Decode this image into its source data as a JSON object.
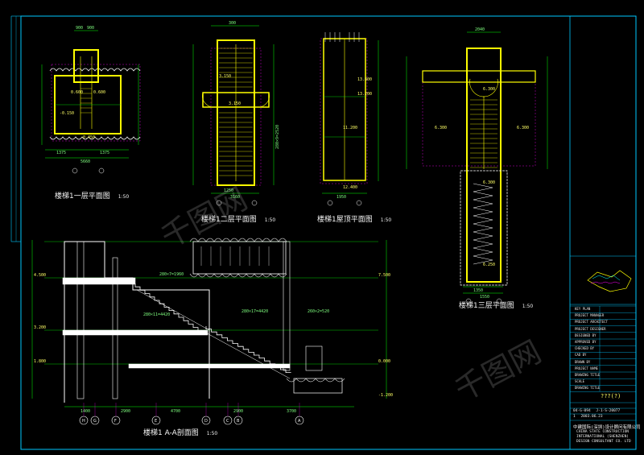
{
  "drawing": {
    "titles": {
      "plan_floor1": "楼梯1一层平面图",
      "plan_floor2": "楼梯1二层平面图",
      "plan_roof": "楼梯1屋顶平面图",
      "plan_floor3": "楼梯1三层平面图",
      "section_aa": "楼梯1 A-A剖面图"
    },
    "scales": {
      "plan_floor1": "1:50",
      "plan_floor2": "1:50",
      "plan_roof": "1:50",
      "plan_floor3": "1:50",
      "section_aa": "1:50"
    },
    "floor1_dims": {
      "top_a": "900",
      "top_b": "900",
      "bottom_a": "1375",
      "bottom_b": "1375",
      "overall": "5660",
      "lv_a": "0.600",
      "lv_b": "0.600",
      "lv_c": "-0.150",
      "lv_d": "-0.450"
    },
    "floor2_dims": {
      "top": "300",
      "lv_a": "3.150",
      "lv_b": "3.150",
      "flight": "280×9=2520",
      "bottom": "1250",
      "overall": "3160"
    },
    "roof_dims": {
      "lv_a": "13.800",
      "lv_b": "13.200",
      "lv_c": "11.200",
      "lv_d": "12.400",
      "bottom": "1950"
    },
    "floor3_dims": {
      "top_a": "2040",
      "lv_a": "6.300",
      "lv_b": "6.300",
      "lv_c": "6.300",
      "lv_d": "6.300",
      "lv_e": "6.250",
      "bottom_a": "1350",
      "bottom_b": "1550"
    },
    "section_dims": {
      "flight_a": "280×7=1960",
      "flight_b": "280×17=4420",
      "flight_c": "280×11=4420",
      "flight_d": "260×2=520",
      "lv_a": "4.500",
      "lv_b": "3.200",
      "lv_c": "1.800",
      "lv_d": "0.000",
      "lv_e": "-1.200",
      "lv_f": "7.500",
      "bays": [
        "1400",
        "2900",
        "4700",
        "2900",
        "3700"
      ]
    },
    "axes": [
      "H",
      "G",
      "F",
      "E",
      "D",
      "C",
      "B",
      "A"
    ]
  },
  "title_block": {
    "company_cn": "中建国际(深圳)设计顾问有限公司",
    "company_en_1": "CHINA STATE CONSTRUCTION",
    "company_en_2": "INTERNATIONAL (SHENZHEN)",
    "company_en_3": "DESIGN CONSULTANT CO. LTD",
    "project_no": "04-G-094",
    "drawing_no": "J-1-S-20077",
    "date": "2003.06.23",
    "rev": "1",
    "fields": [
      "KEY PLAN",
      "PROJECT MANAGER",
      "PROJECT ARCHITECT",
      "PROJECT DESIGNER",
      "DESIGNED BY",
      "APPROVED BY",
      "CHECKED BY",
      "CAD BY",
      "DRAWN BY",
      "PROJECT NAME",
      "DRAWING TITLE",
      "SCALE",
      "DRAWING TITLE"
    ],
    "stamp": "???(?)"
  },
  "watermark": "千图网",
  "colors": {
    "background": "#000000",
    "wall": "#ffff00",
    "dimension": "#00ff00",
    "grid": "#ff00ff",
    "axis": "#ffffff",
    "frame": "#00c8ff"
  }
}
